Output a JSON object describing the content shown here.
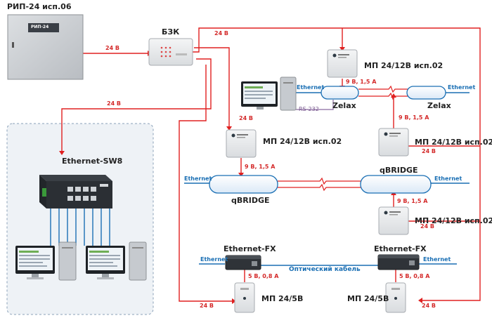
{
  "labels": {
    "rip": "РИП-24 исп.06",
    "rip_panel": "РИП-24",
    "bzk": "БЗК",
    "mp_top": "МП 24/12В исп.02",
    "mp_left": "МП 24/12В исп.02",
    "mp_right": "МП 24/12В исп.02",
    "mp_mid": "МП 24/12В исп.02",
    "mp5_left": "МП 24/5В",
    "mp5_right": "МП 24/5В",
    "zelax_left": "Zelax",
    "zelax_right": "Zelax",
    "qbridge_left": "qBRIDGE",
    "qbridge_right": "qBRIDGE",
    "switch": "Ethernet-SW8",
    "efx_left": "Ethernet-FX",
    "efx_right": "Ethernet-FX",
    "fiber": "Оптический кабель",
    "rs232": "RS-232",
    "v24_rip": "24 В",
    "v24_top": "24 В",
    "v24_sw": "24 В",
    "v24_mpleft": "24 В",
    "v24_mpright": "24 В",
    "v24_mpmid": "24 В",
    "v24_mp5left": "24 В",
    "v24_mp5right": "24 В",
    "a9_top": "9 В, 1,5 А",
    "a9_left": "9 В, 1,5 А",
    "a9_right": "9 В, 1,5 А",
    "a9_mid": "9 В, 1,5 А",
    "a5_left": "5 В, 0,8 А",
    "a5_right": "5 В, 0,8 А",
    "eth_zl": "Ethernet",
    "eth_zr": "Ethernet",
    "eth_ql": "Ethernet",
    "eth_qr": "Ethernet",
    "eth_fl": "Ethernet",
    "eth_fr": "Ethernet"
  },
  "colors": {
    "power": "#e02020",
    "ethernet": "#1a6fb4",
    "rs232": "#8a6aa0",
    "group_border": "#8aa0b8",
    "group_fill": "#eef2f6"
  },
  "icons": [
    "cabinet-icon",
    "controller-icon",
    "module-icon",
    "modem-icon",
    "switch-icon",
    "workstation-icon",
    "media-converter-icon",
    "power-adapter-icon"
  ]
}
